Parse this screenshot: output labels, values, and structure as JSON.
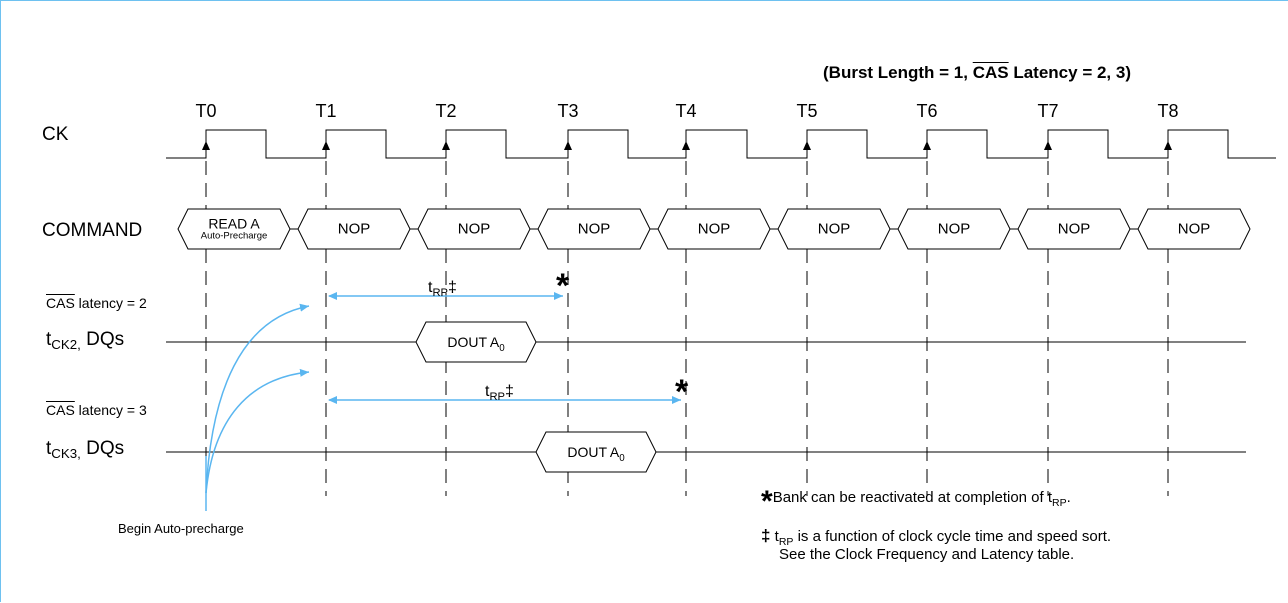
{
  "note": {
    "pre": "(Burst Length = 1, ",
    "cas": "CAS",
    "post": " Latency = 2, 3)"
  },
  "signals": {
    "ck": "CK",
    "command": "COMMAND",
    "cas2_cas": "CAS",
    "cas2_rest": " latency = 2",
    "cas3_cas": "CAS",
    "cas3_rest": " latency = 3",
    "dq2_t": "t",
    "dq2_sub": "CK2,",
    "dq2_rest": " DQs",
    "dq3_t": "t",
    "dq3_sub": "CK3,",
    "dq3_rest": " DQs"
  },
  "clock_ticks": [
    "T0",
    "T1",
    "T2",
    "T3",
    "T4",
    "T5",
    "T6",
    "T7",
    "T8"
  ],
  "commands": {
    "read_line1": "READ A",
    "read_line2": "Auto-Precharge",
    "nop": [
      "NOP",
      "NOP",
      "NOP",
      "NOP",
      "NOP",
      "NOP",
      "NOP",
      "NOP"
    ]
  },
  "dout": {
    "cas2": {
      "text": "DOUT A",
      "sub": "0"
    },
    "cas3": {
      "text": "DOUT A",
      "sub": "0"
    }
  },
  "trp": {
    "cas2": {
      "t": "t",
      "sub": "RP",
      "mark": "‡"
    },
    "cas3": {
      "t": "t",
      "sub": "RP",
      "mark": "‡"
    }
  },
  "begin_label": "Begin Auto-precharge",
  "legend": {
    "star": "*",
    "star_text": "Bank can be reactivated at completion of t",
    "star_sub": "RP",
    "star_end": ".",
    "dagger": "‡",
    "dagger_t": "t",
    "dagger_sub": "RP",
    "dagger_text": " is a function of clock cycle time and speed sort.",
    "dagger_line2": "See the Clock Frequency and Latency table."
  },
  "colors": {
    "accent": "#5ab6f0",
    "line": "#000000"
  }
}
